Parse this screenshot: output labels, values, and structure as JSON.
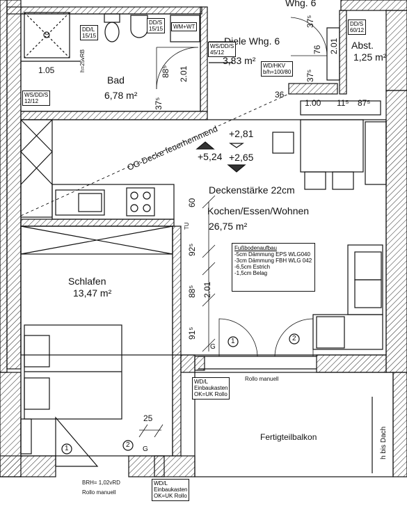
{
  "top_labels": {
    "whg6_top": "Whg. 6",
    "dd_s_top": "DD/S",
    "dd_s_top_size": "60/12"
  },
  "rooms": {
    "bad_name": "Bad",
    "bad_area": "6,78 m²",
    "diele_name": "Diele  Whg. 6",
    "diele_area": "3,83  m²",
    "abst_name": "Abst.",
    "abst_area": "1,25  m²",
    "kochen_name": "Kochen/Essen/Wohnen",
    "kochen_area": "26,75  m²",
    "schlafen_name": "Schlafen",
    "schlafen_area": "13,47  m²",
    "balkon_name": "Fertigteilbalkon"
  },
  "shafts": {
    "dd_l_a": "DD/L",
    "dd_l_a_size": "15/15",
    "ws_dd_s_a": "WS/DD/S",
    "ws_dd_s_a_size": "12/12",
    "dd_s_b": "DD/S",
    "dd_s_b_size": "15/15",
    "wm_wt": "WM+WT",
    "ws_dd_b": "WS/DD/S",
    "ws_dd_b_size": "45/12",
    "wd_hkv": "WD/HKV",
    "wd_hkv_size": "b/h=100/80",
    "h_vrb": "h=25vRB"
  },
  "dims": {
    "d105": "1.05",
    "d201a": "2.01",
    "d885a": "88⁵",
    "d375a": "37⁵",
    "d375b": "37⁵",
    "d76": "76",
    "d201b": "2.01",
    "d375c": "37⁵",
    "d36": "36",
    "d100": "1.00",
    "d115": "11⁵",
    "d875": "87⁵",
    "d60": "60",
    "d925": "92⁵",
    "tu": "TU",
    "d885b": "88⁵",
    "d201c": "2.01",
    "d915": "91⁵",
    "d25": "25"
  },
  "levels": {
    "plus281": "+2,81",
    "plus524": "+5,24",
    "plus265": "+2,65",
    "og_decke": "OG-Decke feuerhemmend",
    "deckenstaerke": "Deckenstärke 22cm"
  },
  "legend": {
    "title": "Fußbodenaufbau",
    "lines": [
      "-5cm Dämmung EPS WLG040",
      "-3cm Dämmung FBH WLG 042",
      "-6,5cm Estrich",
      "-1,5cm Belag"
    ]
  },
  "misc": {
    "g1": "G",
    "g2": "G",
    "circ1a": "1",
    "circ2a": "2",
    "circ1b": "1",
    "circ2b": "2",
    "rollo_manuell_a": "Rollo manuell",
    "wd_l_a": "WD/L",
    "einbaukasten_a": "Einbaukasten",
    "ok_uk_a": "OK=UK Rollo",
    "brh": "BRH= 1,02vRD",
    "rollo_manuell_b": "Rollo manuell",
    "wd_l_b": "WD/L",
    "einbaukasten_b": "Einbaukasten",
    "ok_uk_b": "OK=UK Rollo",
    "h_bis_dach": "h bis Dach"
  }
}
